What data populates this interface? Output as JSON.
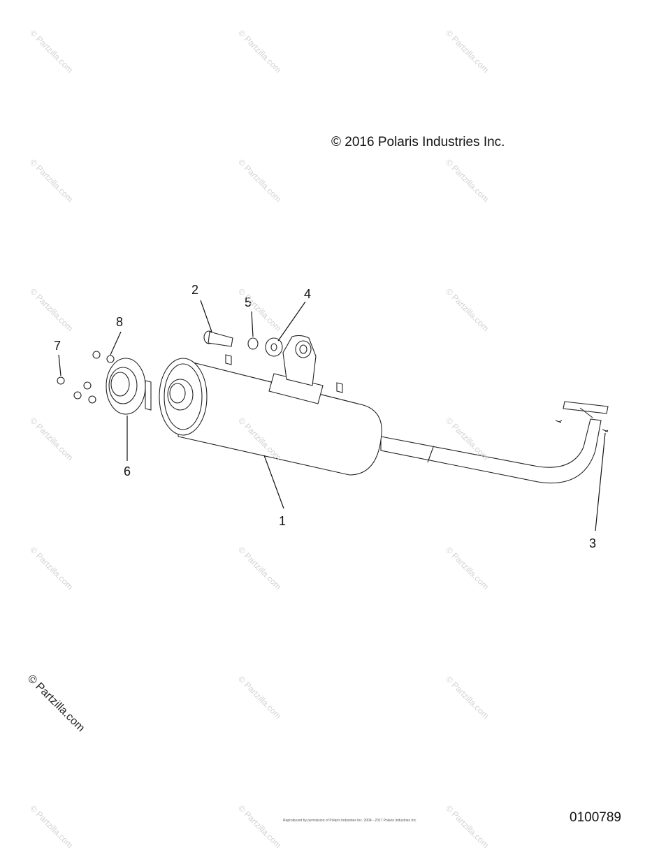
{
  "copyright": "© 2016 Polaris Industries Inc.",
  "figure_number": "0100789",
  "watermark": "© Partzilla.com",
  "footer_text": "Reproduced by permission of Polaris Industries Inc. 2004 - 2017 Polaris Industries Inc.",
  "callouts": [
    {
      "id": "1",
      "label": "1"
    },
    {
      "id": "2",
      "label": "2"
    },
    {
      "id": "3",
      "label": "3"
    },
    {
      "id": "4",
      "label": "4"
    },
    {
      "id": "5",
      "label": "5"
    },
    {
      "id": "6",
      "label": "6"
    },
    {
      "id": "7",
      "label": "7"
    },
    {
      "id": "8",
      "label": "8"
    }
  ]
}
